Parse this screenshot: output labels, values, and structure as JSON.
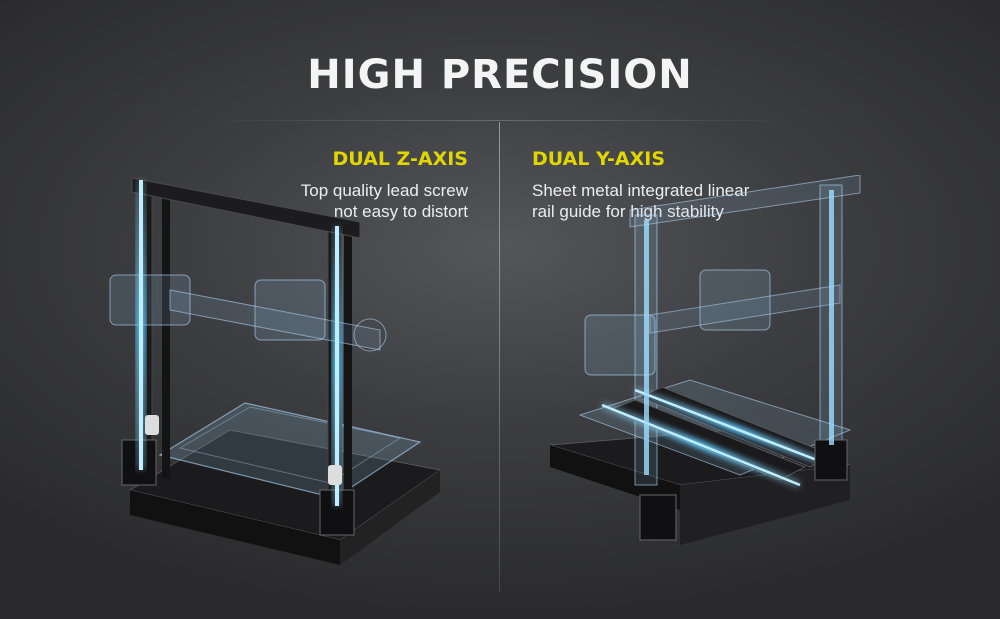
{
  "heading": "HIGH PRECISION",
  "features": [
    {
      "title": "DUAL Z-AXIS",
      "desc_line1": "Top quality lead screw",
      "desc_line2": "not easy to distort"
    },
    {
      "title": "DUAL Y-AXIS",
      "desc_line1": "Sheet metal integrated linear",
      "desc_line2": "rail guide for high stability"
    }
  ],
  "colors": {
    "accent_yellow": "#e2d600",
    "glow_blue": "#5ec8ff",
    "background": "#3d3e41"
  }
}
